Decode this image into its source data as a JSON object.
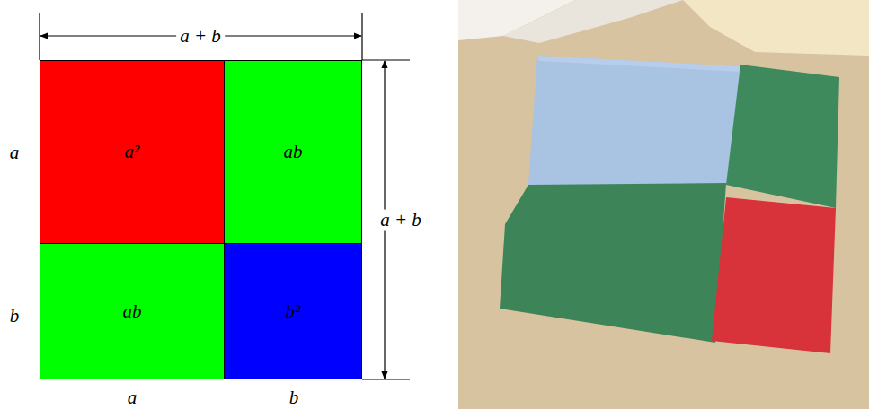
{
  "diagram": {
    "nodes": [
      {
        "text": [
          "a²"
        ]
      },
      {
        "text": [
          "ab"
        ]
      },
      {
        "text": [
          "ab"
        ]
      },
      {
        "text": [
          "b²"
        ]
      }
    ],
    "labels": [
      "a + b",
      "a",
      "a + b",
      "b",
      "a",
      "b"
    ]
  }
}
